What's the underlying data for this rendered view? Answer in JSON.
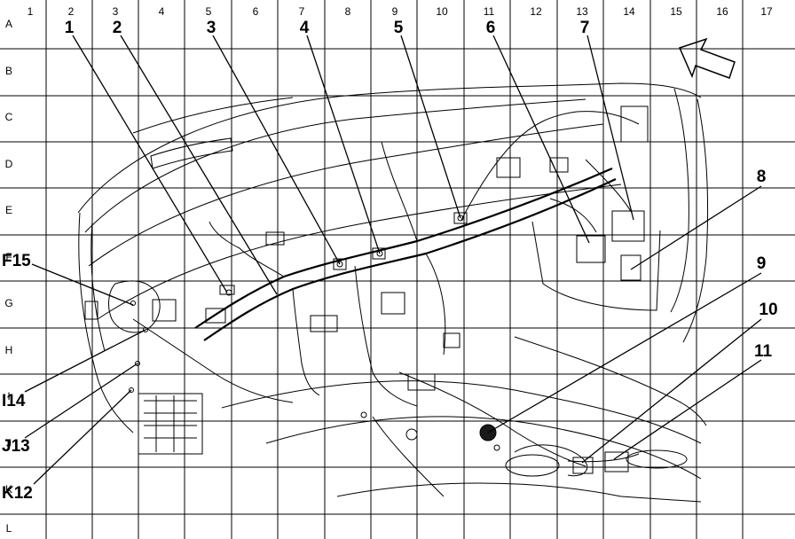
{
  "grid": {
    "columns": [
      "1",
      "2",
      "3",
      "4",
      "5",
      "6",
      "7",
      "8",
      "9",
      "10",
      "11",
      "12",
      "13",
      "14",
      "15",
      "16",
      "17"
    ],
    "rows": [
      "A",
      "B",
      "C",
      "D",
      "E",
      "F",
      "G",
      "H",
      "I",
      "J",
      "K",
      "L"
    ]
  },
  "callouts": {
    "top": [
      "1",
      "2",
      "3",
      "4",
      "5",
      "6",
      "7"
    ],
    "right": [
      "8",
      "9",
      "10",
      "11"
    ],
    "left": [
      "F15",
      "I14",
      "J13",
      "K12"
    ]
  }
}
